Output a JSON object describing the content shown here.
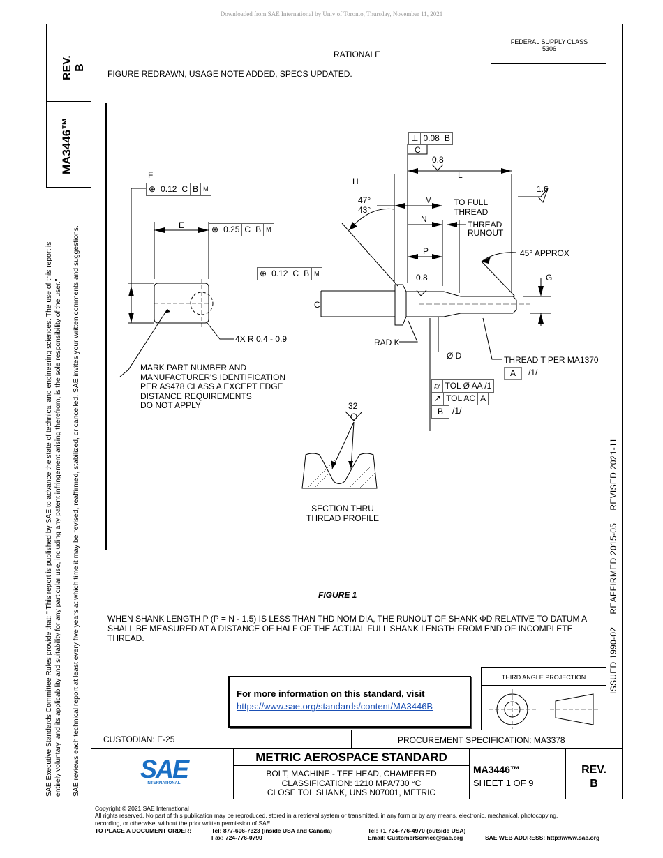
{
  "download_note": "Downloaded from SAE International by Univ of Toronto, Thursday, November 11, 2021",
  "left_strip": {
    "rev_label": "REV.",
    "rev_value": "B",
    "doc_number": "MA3446™",
    "disclaimer_line1": "SAE Executive Standards Committee Rules provide that: \"  This report is published by SAE to advance the state of technical and engineering sciences. The use of this report is",
    "disclaimer_line2": "entirely voluntary, and its applicability and suitability for any particular use, including any patent infringement arising therefrom, is the sole responsibility of the user.\"",
    "disclaimer_line3": "SAE reviews each technical report at least every five years at which time it may be revised, reaffirmed, stabilized, or cancelled. SAE invites your written comments and suggestions."
  },
  "right_strip": {
    "dates": "ISSUED 1990-02     REAFFIRMED 2015-05     REVISED 2021-11"
  },
  "header": {
    "supply_class_label": "FEDERAL SUPPLY CLASS",
    "supply_class_value": "5306",
    "rationale_title": "RATIONALE",
    "rationale_text": "FIGURE REDRAWN, USAGE NOTE ADDED, SPECS UPDATED."
  },
  "drawing": {
    "F": "F",
    "E": "E",
    "H": "H",
    "L": "L",
    "M": "M",
    "N": "N",
    "P": "P",
    "C": "C",
    "G": "G",
    "fcf_top": [
      "0.08",
      "B"
    ],
    "datum_c": "C",
    "val_08_top": "0.8",
    "val_16": "1.6",
    "fcf_f": [
      "0.12",
      "C",
      "B",
      "M"
    ],
    "fcf_e": [
      "0.25",
      "C",
      "B",
      "M"
    ],
    "fcf_mid": [
      "0.12",
      "C",
      "B",
      "M"
    ],
    "angle_47": "47°",
    "angle_43": "43°",
    "to_full_thread_1": "TO FULL",
    "to_full_thread_2": "THREAD",
    "thread_runout_1": "THREAD",
    "thread_runout_2": "RUNOUT",
    "approx_45": "45° APPROX",
    "val_08_mid": "0.8",
    "corner_radius": "4X R 0.4 - 0.9",
    "rad_k": "RAD K",
    "dia_d": "Ø D",
    "thread_t": "THREAD T PER MA1370",
    "datum_a": "A",
    "datum_a_note": "/1/",
    "tol_dia": "TOL Ø AA /1",
    "tol_ac": "TOL AC",
    "tol_ac_datum": "A",
    "datum_b": "B",
    "datum_b_note": "/1/",
    "mark_note": [
      "MARK PART NUMBER AND",
      "MANUFACTURER'S IDENTIFICATION",
      "PER AS478 CLASS A EXCEPT EDGE",
      "DISTANCE REQUIREMENTS",
      "DO NOT APPLY"
    ],
    "finish_32": "32",
    "section_1": "SECTION THRU",
    "section_2": "THREAD PROFILE"
  },
  "figure_label": "FIGURE 1",
  "usage_note": "WHEN SHANK LENGTH P (P = N - 1.5) IS LESS THAN THD NOM DIA, THE RUNOUT OF SHANK ΦD RELATIVE TO DATUM A SHALL BE MEASURED AT A DISTANCE OF HALF OF THE ACTUAL FULL SHANK LENGTH FROM END OF INCOMPLETE THREAD.",
  "info_box": {
    "heading": "For more information on this standard, visit",
    "link": "https://www.sae.org/standards/content/MA3446B"
  },
  "projection_label": "THIRD ANGLE PROJECTION",
  "title_block": {
    "custodian": "CUSTODIAN: E-25",
    "procurement": "PROCUREMENT SPECIFICATION: MA3378",
    "logo_text": "SAE",
    "logo_sub": "INTERNATIONAL.",
    "title": "METRIC AEROSPACE STANDARD",
    "desc_1": "BOLT, MACHINE - TEE HEAD, CHAMFERED",
    "desc_2": "CLASSIFICATION: 1210 MPA/730 °C",
    "desc_3": "CLOSE TOL SHANK, UNS N07001, METRIC",
    "doc_number": "MA3446™",
    "sheet": "SHEET 1 OF 9",
    "rev_label": "REV.",
    "rev_value": "B"
  },
  "footer": {
    "copyright": "Copyright © 2021 SAE International",
    "rights_1": "All rights reserved. No part of this publication may be reproduced, stored in a retrieval system or transmitted, in any form or by any means, electronic, mechanical, photocopying,",
    "rights_2": "recording, or otherwise, without the prior written permission of SAE.",
    "order_label": "TO PLACE A DOCUMENT ORDER:",
    "tel_us": "Tel: 877-606-7323 (inside USA and Canada)",
    "fax": "Fax: 724-776-0790",
    "tel_out": "Tel: +1 724-776-4970 (outside USA)",
    "email": "Email: CustomerService@sae.org",
    "web": "SAE WEB ADDRESS: http://www.sae.org"
  }
}
